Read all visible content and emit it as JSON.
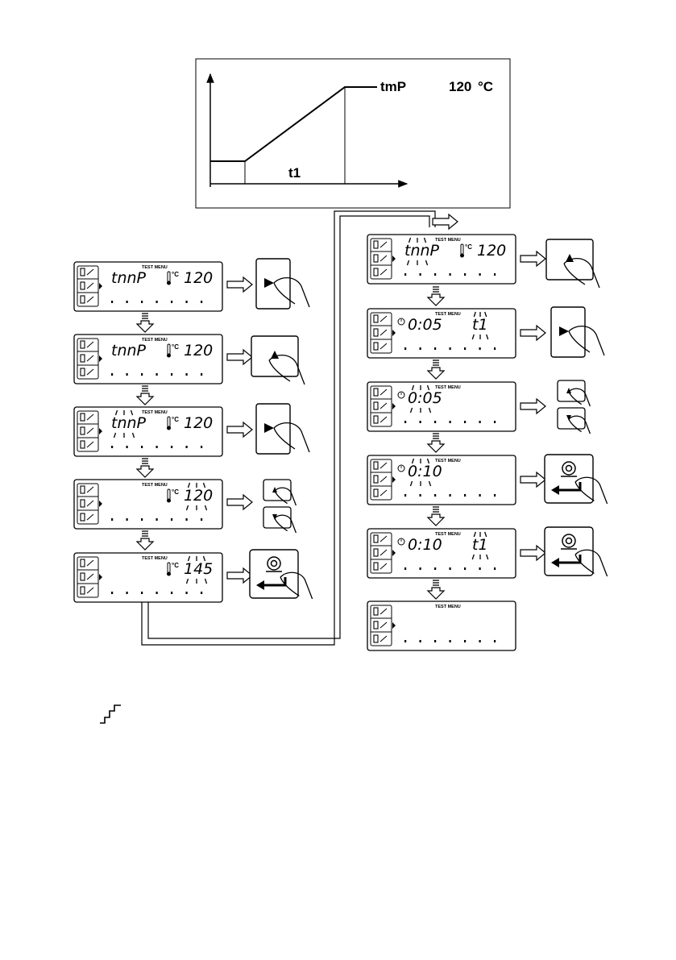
{
  "graph": {
    "tmp_label": "tmP",
    "temp_value": "120",
    "temp_unit": "°C",
    "t1_label": "t1"
  },
  "lcd": {
    "menu_label": "TEST MENU",
    "unit_c": "°C",
    "word_tmp": "tnnP",
    "word_t1": "t1"
  },
  "left_column": [
    {
      "id": "L1",
      "word": "tnnP",
      "value": "120",
      "button": "right"
    },
    {
      "id": "L2",
      "word": "tnnP",
      "value": "120",
      "button": "up"
    },
    {
      "id": "L3",
      "word": "tnnP",
      "value": "120",
      "button": "right"
    },
    {
      "id": "L4",
      "word": "",
      "value": "120",
      "button": "up-down"
    },
    {
      "id": "L5",
      "word": "",
      "value": "145",
      "button": "enter"
    }
  ],
  "right_column": [
    {
      "id": "R1",
      "word": "tnnP",
      "value": "120",
      "button": "up"
    },
    {
      "id": "R2",
      "time": "0:05",
      "word": "t1",
      "button": "right"
    },
    {
      "id": "R3",
      "time": "0:05",
      "word": "",
      "button": "up-down"
    },
    {
      "id": "R4",
      "time": "0:10",
      "word": "",
      "button": "enter"
    },
    {
      "id": "R5",
      "time": "0:10",
      "word": "t1",
      "button": "enter"
    },
    {
      "id": "R6",
      "button": "none"
    }
  ],
  "icons": {
    "stair": "stair-step-icon",
    "thermometer": "thermometer-icon",
    "clock": "clock-icon",
    "enter": "enter-key-icon"
  }
}
